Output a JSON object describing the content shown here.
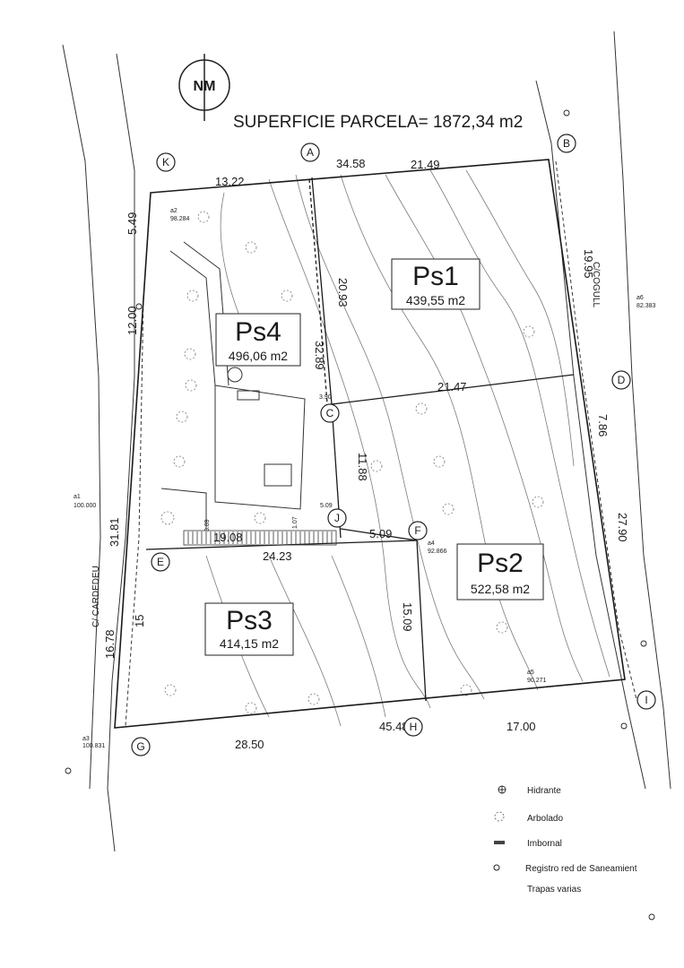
{
  "title": "SUPERFICIE PARCELA= 1872,34 m2",
  "north_logo": "NM",
  "parcels": [
    {
      "id": "ps1",
      "name": "Ps1",
      "area": "439,55 m2"
    },
    {
      "id": "ps2",
      "name": "Ps2",
      "area": "522,58 m2"
    },
    {
      "id": "ps3",
      "name": "Ps3",
      "area": "414,15 m2"
    },
    {
      "id": "ps4",
      "name": "Ps4",
      "area": "496,06 m2"
    }
  ],
  "vertices": [
    "A",
    "B",
    "C",
    "D",
    "E",
    "F",
    "G",
    "H",
    "I",
    "J",
    "K"
  ],
  "dimensions": {
    "top_total": "34.58",
    "top_left": "13.22",
    "top_right": "21.49",
    "left_upper_short": "5.49",
    "left_upper": "12.00",
    "left_middle": "31.81",
    "left_lower": "16.78",
    "left_lower_b": "15",
    "right_upper": "19.95",
    "right_middle": "7.86",
    "right_lower": "27.90",
    "mid_v_upper": "20.93",
    "mid_v_long": "32.89",
    "mid_v_short": "3.90",
    "mid_v_lower": "11.88",
    "mid_v_bottom": "15.09",
    "cd_line": "21.47",
    "ef_line": "24.23",
    "ef_inner": "19.08",
    "jf_line": "5.09",
    "j_top": "5.09",
    "j_small_a": "3.89",
    "j_small_b": "1.07",
    "bottom_total": "45.48",
    "bottom_left": "28.50",
    "bottom_right": "17.00"
  },
  "streets": {
    "right": "C/COGULL",
    "left": "C/ CARDEDEU"
  },
  "survey_points": {
    "a1": {
      "name": "a1",
      "value": "100.000"
    },
    "a2": {
      "name": "a2",
      "value": "98.284"
    },
    "a3": {
      "name": "a3",
      "value": "100.831"
    },
    "a4": {
      "name": "a4",
      "value": "92.866"
    },
    "a5": {
      "name": "a5",
      "value": "90.271"
    },
    "a6": {
      "name": "a6",
      "value": "82.383"
    }
  },
  "legend": [
    {
      "icon": "hydrant-icon",
      "label": "Hidrante"
    },
    {
      "icon": "tree-icon",
      "label": "Arbolado"
    },
    {
      "icon": "drain-icon",
      "label": "Imbornal"
    },
    {
      "icon": "manhole-icon",
      "label": "Registro red de Saneamient"
    },
    {
      "icon": "",
      "label": "Trapas varias"
    }
  ],
  "colors": {
    "ink": "#1a1a1a",
    "paper": "#ffffff",
    "contour": "#7a7a7a"
  }
}
